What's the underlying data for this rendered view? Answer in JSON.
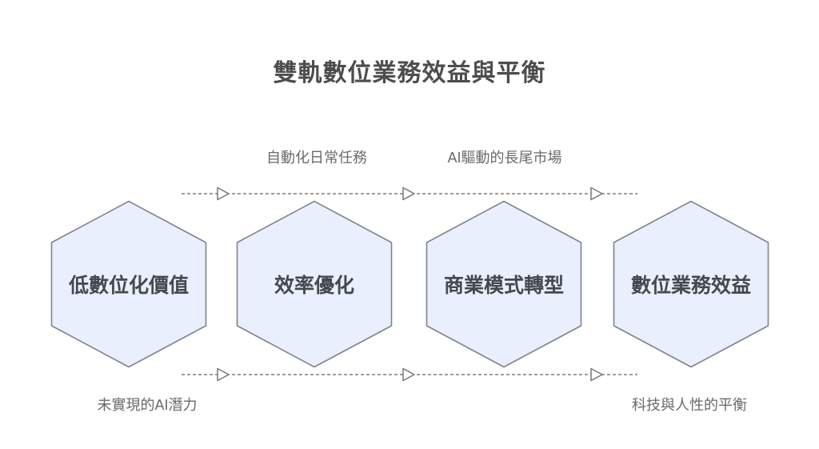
{
  "title": "雙軌數位業務效益與平衡",
  "colors": {
    "background": "#ffffff",
    "title_text": "#4d4d4d",
    "annotation_text": "#6a6a6a",
    "hexagon_fill": "#e9effc",
    "hexagon_border": "#80838d",
    "hexagon_text": "#45494f",
    "connector_line": "#8d8f93",
    "arrowhead_fill": "#ffffff",
    "arrowhead_stroke": "#75787f"
  },
  "flow": {
    "nodes": [
      {
        "label": "低數位化價值"
      },
      {
        "label": "效率優化"
      },
      {
        "label": "商業模式轉型"
      },
      {
        "label": "數位業務效益"
      }
    ],
    "top_annotations": [
      {
        "label": "自動化日常任務"
      },
      {
        "label": "AI驅動的長尾市場"
      }
    ],
    "bottom_annotations": [
      {
        "label": "未實現的AI潛力"
      },
      {
        "label": "科技與人性的平衡"
      }
    ]
  }
}
